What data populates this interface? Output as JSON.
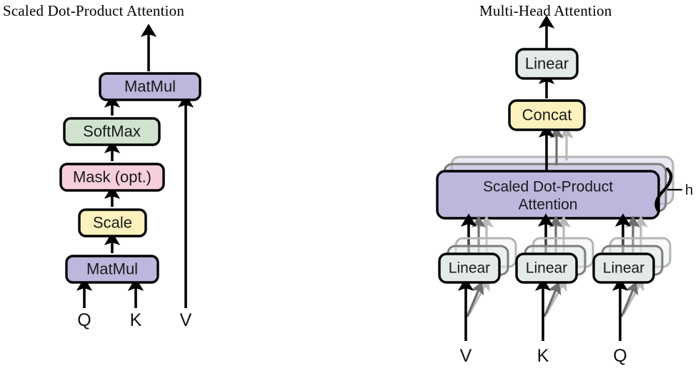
{
  "figure": {
    "left_panel": {
      "title": "Scaled Dot-Product Attention",
      "boxes": [
        {
          "label": "MatMul",
          "color": "#bfb6dd"
        },
        {
          "label": "SoftMax",
          "color": "#cfe3cf"
        },
        {
          "label": "Mask (opt.)",
          "color": "#f6cfdb"
        },
        {
          "label": "Scale",
          "color": "#fbf2bd"
        },
        {
          "label": "MatMul",
          "color": "#bfb6dd"
        }
      ],
      "inputs": [
        "Q",
        "K",
        "V"
      ]
    },
    "right_panel": {
      "title": "Multi-Head Attention",
      "boxes": [
        {
          "label": "Linear",
          "color": "#e3eae9"
        },
        {
          "label": "Concat",
          "color": "#fbf2bd"
        },
        {
          "label": "Scaled Dot-Product",
          "label_line2": "Attention",
          "color": "#bfb6dd"
        },
        {
          "label": "Linear",
          "color": "#e3eae9"
        },
        {
          "label": "Linear",
          "color": "#e3eae9"
        },
        {
          "label": "Linear",
          "color": "#e3eae9"
        }
      ],
      "heads_label": "h",
      "inputs": [
        "V",
        "K",
        "Q"
      ]
    }
  }
}
